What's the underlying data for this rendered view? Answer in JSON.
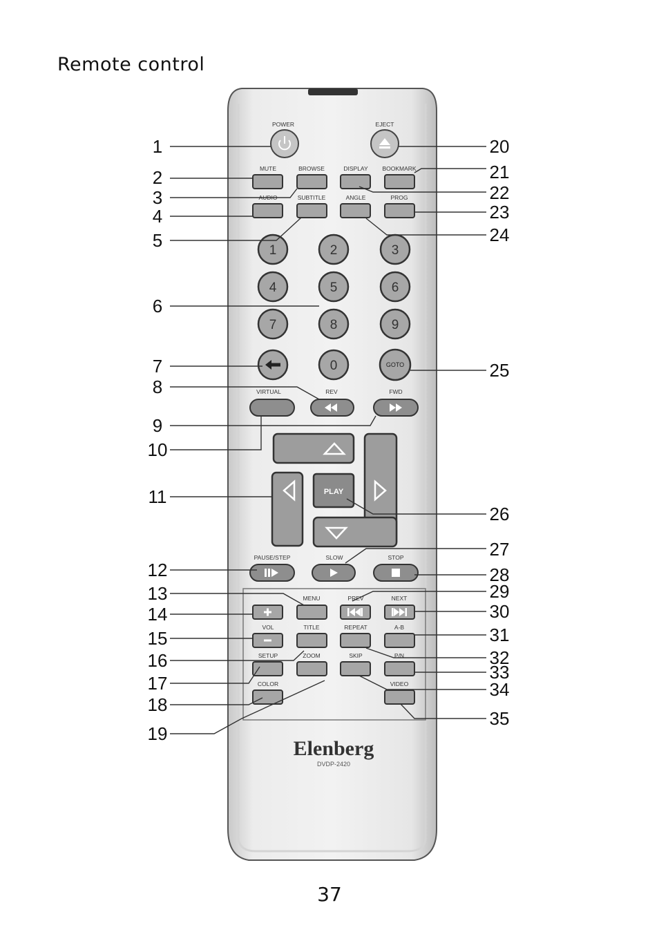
{
  "page": {
    "title": "Remote control",
    "page_number": "37"
  },
  "remote": {
    "brand": "Elenberg",
    "model": "DVDP-2420",
    "labels": {
      "power": "POWER",
      "eject": "EJECT",
      "mute": "MUTE",
      "browse": "BROWSE",
      "display": "DISPLAY",
      "bookmark": "BOOKMARK",
      "audio": "AUDIO",
      "subtitle": "SUBTITLE",
      "angle": "ANGLE",
      "prog": "PROG",
      "goto": "GOTO",
      "virtual": "VIRTUAL",
      "rev": "REV",
      "fwd": "FWD",
      "play": "PLAY",
      "pause_step": "PAUSE/STEP",
      "slow": "SLOW",
      "stop": "STOP",
      "menu": "MENU",
      "prev": "PREV",
      "next": "NEXT",
      "vol": "VOL",
      "title": "TITLE",
      "repeat": "REPEAT",
      "ab": "A-B",
      "setup": "SETUP",
      "zoom": "ZOOM",
      "skip": "SKIP",
      "pn": "P/N",
      "color": "COLOR",
      "video": "VIDEO"
    },
    "digits": [
      "1",
      "2",
      "3",
      "4",
      "5",
      "6",
      "7",
      "8",
      "9",
      "0"
    ],
    "callouts": [
      "1",
      "2",
      "3",
      "4",
      "5",
      "6",
      "7",
      "8",
      "9",
      "10",
      "11",
      "12",
      "13",
      "14",
      "15",
      "16",
      "17",
      "18",
      "19",
      "20",
      "21",
      "22",
      "23",
      "24",
      "25",
      "26",
      "27",
      "28",
      "29",
      "30",
      "31",
      "32",
      "33",
      "34",
      "35"
    ]
  }
}
